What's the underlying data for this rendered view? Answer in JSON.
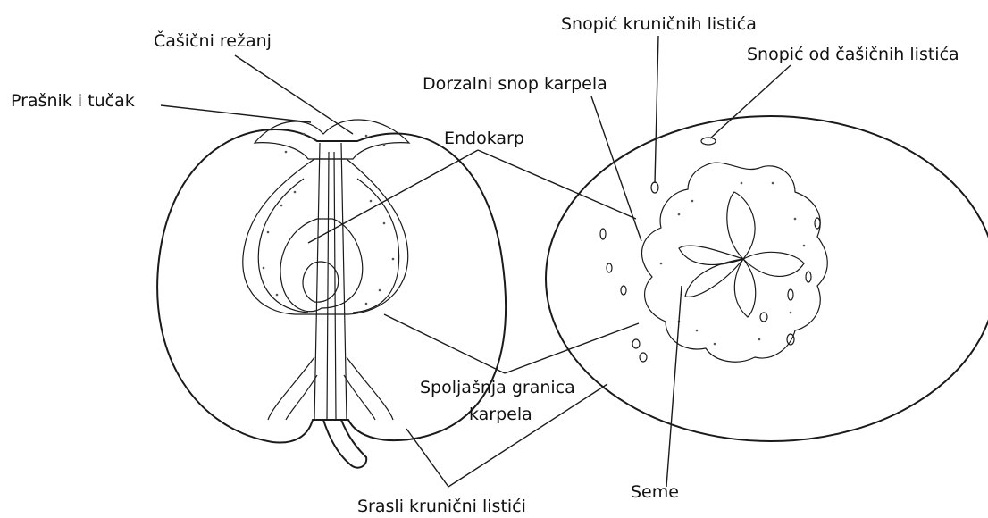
{
  "labels": {
    "sepal_lobe": "Čašični režanj",
    "stamen_pistil": "Prašnik i tučak",
    "endocarp": "Endokarp",
    "petal_bundle": "Snopić kruničnih listića",
    "sepal_bundle": "Snopić od čašičnih listića",
    "dorsal_carpel_bundle": "Dorzalni snop karpela",
    "carpel_outer_boundary_line1": "Spoljašnja granica",
    "carpel_outer_boundary_line2": "karpela",
    "fused_petals": "Srasli krunični listići",
    "seed": "Seme"
  },
  "colors": {
    "line": "#1a1a1a",
    "text": "#111111",
    "stipple": "#555555",
    "background": "#ffffff"
  }
}
